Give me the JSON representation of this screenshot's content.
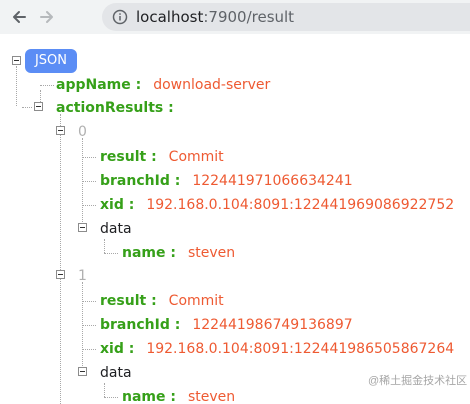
{
  "browser": {
    "url_host": "localhost",
    "url_path": ":7900/result"
  },
  "tree": {
    "root_label": "JSON",
    "app_name_key": "appName :",
    "app_name_value": "download-server",
    "action_results_key": "actionResults :",
    "items": [
      {
        "index": "0",
        "result_key": "result :",
        "result_value": "Commit",
        "branch_key": "branchId :",
        "branch_value": "122441971066634241",
        "xid_key": "xid :",
        "xid_value": "192.168.0.104:8091:122441969086922752",
        "data_label": "data",
        "name_key": "name :",
        "name_value": "steven"
      },
      {
        "index": "1",
        "result_key": "result :",
        "result_value": "Commit",
        "branch_key": "branchId :",
        "branch_value": "122441986749136897",
        "xid_key": "xid :",
        "xid_value": "192.168.0.104:8091:122441986505867264",
        "data_label": "data",
        "name_key": "name :",
        "name_value": "steven"
      }
    ]
  },
  "watermark": "@稀土掘金技术社区",
  "colors": {
    "key": "#36a019",
    "value": "#ee5a32",
    "badge": "#5b8df5"
  },
  "icons": {
    "back": "arrow-left-icon",
    "forward": "arrow-right-icon",
    "info": "info-circle-icon",
    "expander": "collapse-minus-icon"
  }
}
